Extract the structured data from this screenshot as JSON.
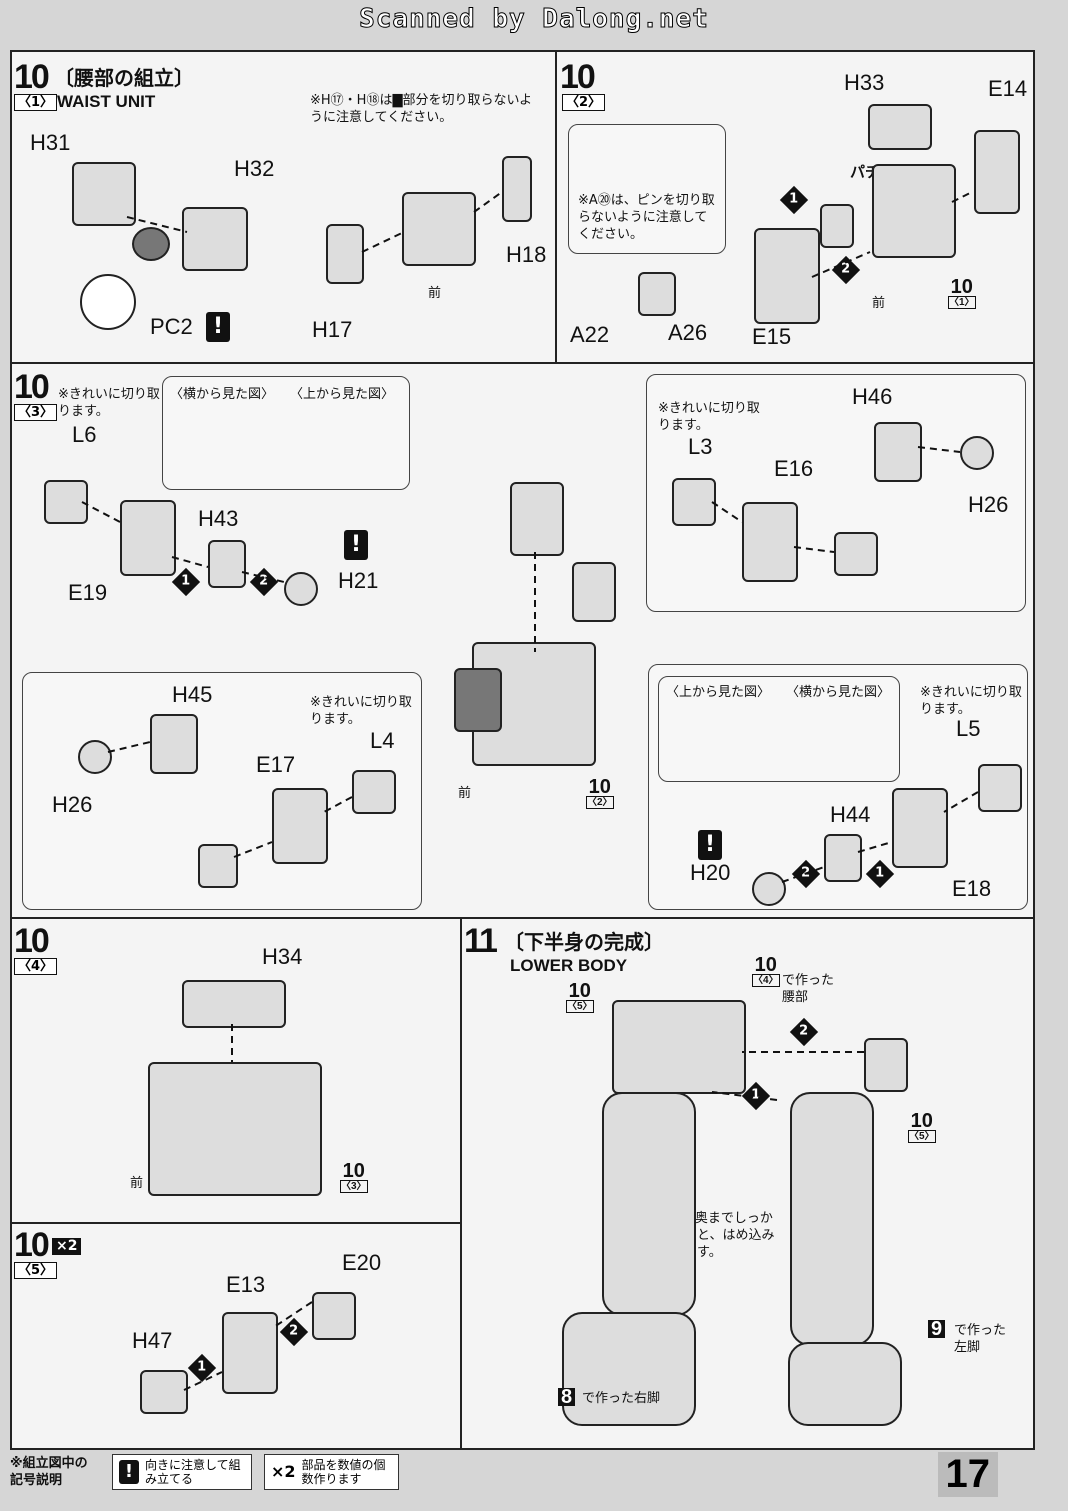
{
  "header": "Scanned by Dalong.net",
  "page_number": "17",
  "front_label": "前",
  "steps": {
    "s10_1": {
      "no": "10",
      "sub": "〈1〉",
      "title": "〔腰部の組立〕",
      "en": "WAIST UNIT",
      "note": "※H⑰・H⑱は▇部分を切り取らないように注意してください。",
      "parts": {
        "h31": "H31",
        "h32": "H32",
        "pc2": "PC2",
        "h17": "H17",
        "h18": "H18"
      }
    },
    "s10_2": {
      "no": "10",
      "sub": "〈2〉",
      "note": "※A⑳は、ピンを切り取らないように注意してください。",
      "parts": {
        "h33": "H33",
        "e14": "E14",
        "a22": "A22",
        "a26": "A26",
        "e15": "E15"
      },
      "sound": "パチッ",
      "ref": "10",
      "ref_sub": "〈1〉"
    },
    "s10_3": {
      "no": "10",
      "sub": "〈3〉",
      "note_clean": "※きれいに切り取ります。",
      "view_side": "〈横から見た図〉",
      "view_top": "〈上から見た図〉",
      "parts": {
        "l6": "L6",
        "h43": "H43",
        "h21": "H21",
        "e19": "E19",
        "l3": "L3",
        "e16": "E16",
        "h46": "H46",
        "h26a": "H26",
        "h45": "H45",
        "h26b": "H26",
        "l4": "L4",
        "e17": "E17",
        "l5": "L5",
        "h44": "H44",
        "h20": "H20",
        "e18": "E18"
      },
      "ref": "10",
      "ref_sub": "〈2〉"
    },
    "s10_4": {
      "no": "10",
      "sub": "〈4〉",
      "parts": {
        "h34": "H34"
      },
      "ref": "10",
      "ref_sub": "〈3〉"
    },
    "s10_5": {
      "no": "10",
      "sub": "〈5〉",
      "multi": "×2",
      "parts": {
        "e13": "E13",
        "e20": "E20",
        "h47": "H47"
      }
    },
    "s11": {
      "no": "11",
      "title": "〔下半身の完成〕",
      "en": "LOWER BODY",
      "made_waist": "で作った腰部",
      "made_right": "で作った右脚",
      "made_left": "で作った左脚",
      "note": "※奥までしっかりと、はめ込みます。",
      "ref_10_4": "10",
      "ref_10_4_sub": "〈4〉",
      "ref_10_5": "10",
      "ref_10_5_sub": "〈5〉",
      "ref_8": "8",
      "ref_9": "9"
    }
  },
  "legend": {
    "title": "※組立図中の記号説明",
    "warn": "向きに注意して組み立てる",
    "multi": "部品を数値の個数作ります",
    "multi_icon": "×2",
    "warn_icon": "!"
  }
}
